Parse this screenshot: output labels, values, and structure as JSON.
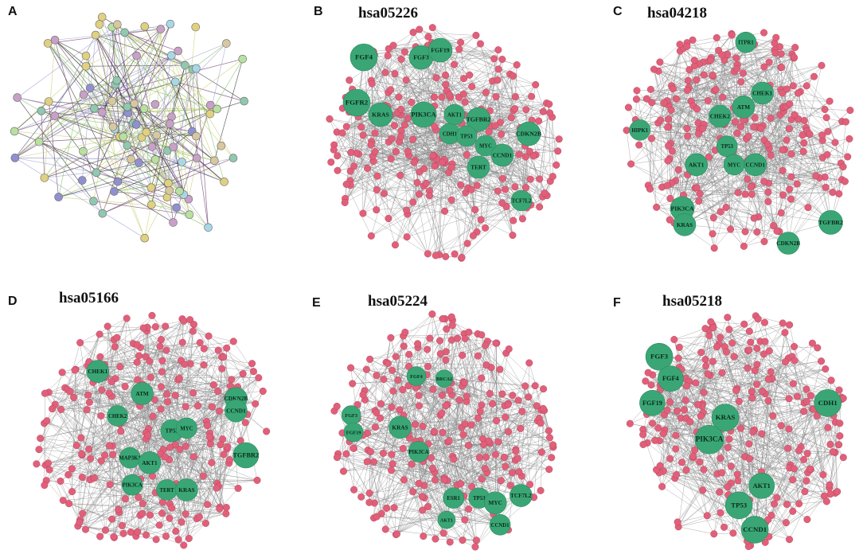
{
  "panels": [
    {
      "letter": "A",
      "title": "",
      "style": "string",
      "hubs": []
    },
    {
      "letter": "B",
      "title": "hsa05226",
      "style": "kegg",
      "hubs": [
        "FGF4",
        "FGF3",
        "FGF19",
        "FGFR2",
        "KRAS",
        "PIK3CA",
        "AKT1",
        "TGFBR2",
        "CDH1",
        "TP53",
        "MYC",
        "CDKN2B",
        "TERT",
        "CCND1",
        "TCF7L2"
      ]
    },
    {
      "letter": "C",
      "title": "hsa04218",
      "style": "kegg",
      "hubs": [
        "ITPR1",
        "CHEK1",
        "ATM",
        "CHEK2",
        "HIPK1",
        "TP53",
        "AKT1",
        "MYC",
        "CCND1",
        "PIK3CA",
        "KRAS",
        "TGFBR2",
        "CDKN2B"
      ]
    },
    {
      "letter": "D",
      "title": "hsa05166",
      "style": "kegg",
      "hubs": [
        "CHEK1",
        "ATM",
        "CHEK2",
        "CDKN2B",
        "CCND1",
        "TP53",
        "MYC",
        "TGFBR2",
        "MAP3K1",
        "AKT1",
        "PIK3CA",
        "TERT",
        "KRAS"
      ]
    },
    {
      "letter": "E",
      "title": "hsa05224",
      "style": "kegg",
      "hubs": [
        "FGF4",
        "BRCA2",
        "FGF3",
        "FGF19",
        "KRAS",
        "PIK3CA",
        "TP53",
        "ESR1",
        "MYC",
        "TCF7L2",
        "AKT1",
        "CCND1"
      ]
    },
    {
      "letter": "F",
      "title": "hsa05218",
      "style": "kegg",
      "hubs": [
        "FGF3",
        "FGF4",
        "FGF19",
        "KRAS",
        "CDH1",
        "PIK3CA",
        "AKT1",
        "TP53",
        "CCND1"
      ]
    }
  ],
  "colors": {
    "hub_fill": "#3aa676",
    "node_fill": "#e0607a",
    "edge": "#8a8a8a",
    "string_node_colors": [
      "#a8d8e8",
      "#b8e0a0",
      "#d8c8a0",
      "#9090d0",
      "#c8a0c8",
      "#e0d080",
      "#90c8b0"
    ],
    "string_edge_colors": [
      "#6a3a6a",
      "#c8d070",
      "#80c060",
      "#303030",
      "#a0a0d0"
    ]
  }
}
